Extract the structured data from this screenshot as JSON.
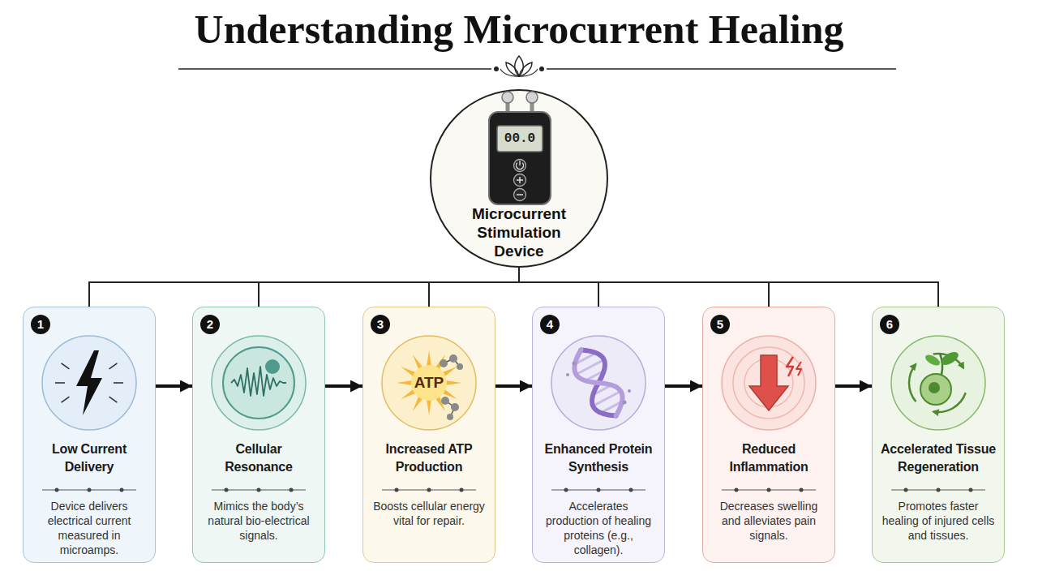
{
  "diagram": {
    "title": "Understanding Microcurrent Healing",
    "nodes": [
      {
        "text": [
          "Microcurrent Stimulation Device"
        ]
      },
      {
        "text": [
          "1",
          "Low Current Delivery",
          "Device delivers electrical current measured in microamps."
        ]
      },
      {
        "text": [
          "2",
          "Cellular Resonance",
          "Mimics the body’s natural bio-electrical signals."
        ]
      },
      {
        "text": [
          "3",
          "Increased ATP Production",
          "Boosts cellular energy vital for repair."
        ]
      },
      {
        "text": [
          "4",
          "Enhanced Protein Synthesis",
          "Accelerates production of healing proteins (e.g., collagen)."
        ]
      },
      {
        "text": [
          "5",
          "Reduced Inflammation",
          "Decreases swelling and alleviates pain signals."
        ]
      },
      {
        "text": [
          "6",
          "Accelerated Tissue Regeneration",
          "Promotes faster healing of injured cells and tissues."
        ]
      }
    ],
    "edges": [
      {
        "from": 0,
        "to": 1,
        "arrow": "none"
      },
      {
        "from": 0,
        "to": 2,
        "arrow": "none"
      },
      {
        "from": 0,
        "to": 3,
        "arrow": "none"
      },
      {
        "from": 0,
        "to": 4,
        "arrow": "none"
      },
      {
        "from": 0,
        "to": 5,
        "arrow": "none"
      },
      {
        "from": 0,
        "to": 6,
        "arrow": "none"
      },
      {
        "from": 1,
        "to": 2,
        "arrow": "to"
      },
      {
        "from": 2,
        "to": 3,
        "arrow": "to"
      },
      {
        "from": 3,
        "to": 4,
        "arrow": "to"
      },
      {
        "from": 4,
        "to": 5,
        "arrow": "to"
      },
      {
        "from": 5,
        "to": 6,
        "arrow": "to"
      }
    ],
    "labels": [
      "00.0",
      "ATP"
    ]
  }
}
